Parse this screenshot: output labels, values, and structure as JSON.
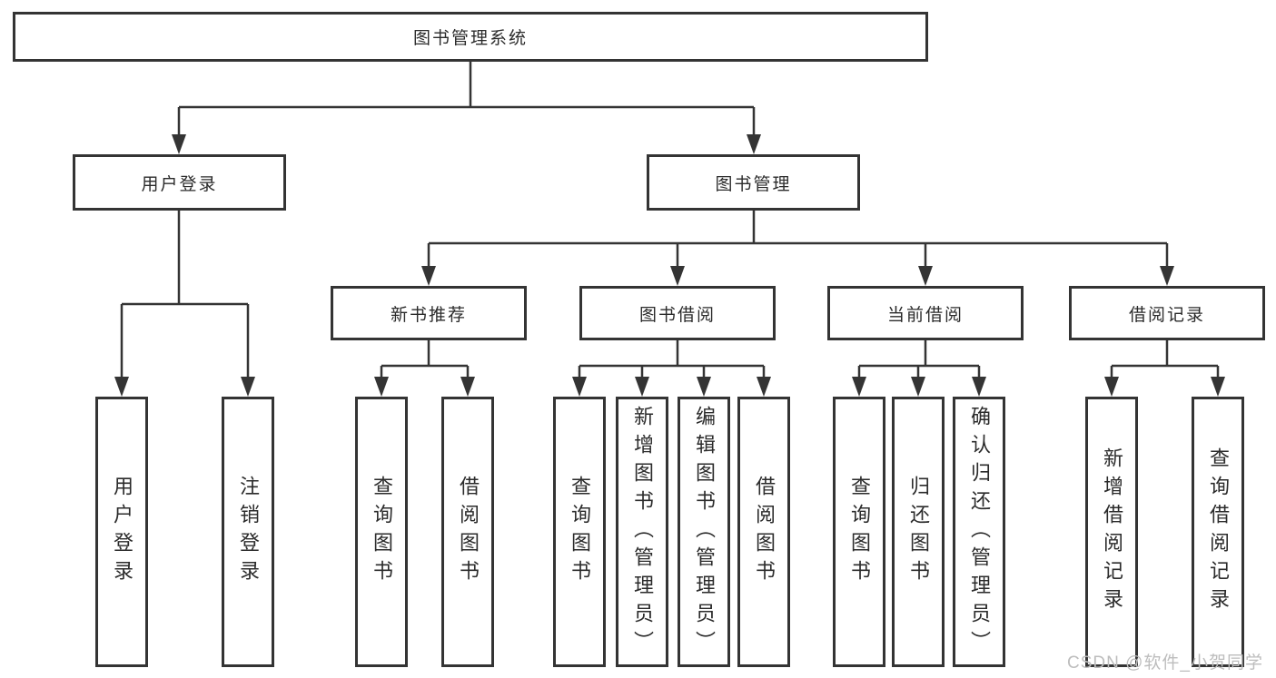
{
  "diagram": {
    "title": "图书管理系统",
    "colors": {
      "line": "#343434",
      "box_border": "#343434",
      "text": "#2b2b2b",
      "background": "#ffffff",
      "watermark": "#bdbdbd"
    },
    "tree": {
      "root": "图书管理系统",
      "children": [
        {
          "label": "用户登录",
          "leaves": [
            "用户登录",
            "注销登录"
          ]
        },
        {
          "label": "图书管理",
          "children": [
            {
              "label": "新书推荐",
              "leaves": [
                "查询图书",
                "借阅图书"
              ]
            },
            {
              "label": "图书借阅",
              "leaves": [
                "查询图书",
                "新增图书（管理员）",
                "编辑图书（管理员）",
                "借阅图书"
              ]
            },
            {
              "label": "当前借阅",
              "leaves": [
                "查询图书",
                "归还图书",
                "确认归还（管理员）"
              ]
            },
            {
              "label": "借阅记录",
              "leaves": [
                "新增借阅记录",
                "查询借阅记录"
              ]
            }
          ]
        }
      ]
    },
    "watermark": "CSDN @软件_小贺同学"
  }
}
